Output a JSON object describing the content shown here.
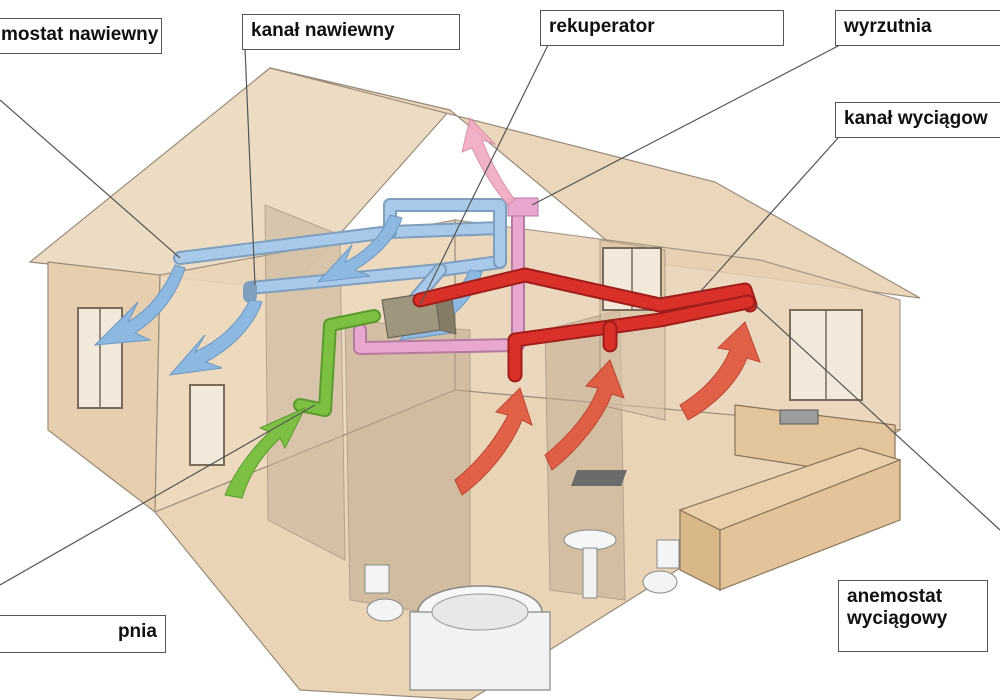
{
  "labels": {
    "supply_diffuser": "mostat nawiewny",
    "supply_duct": "kanał nawiewny",
    "recuperator": "rekuperator",
    "outlet": "wyrzutnia",
    "exhaust_duct": "kanał wyciągow",
    "intake": "pnia",
    "exhaust_diffuser_line1": "anemostat",
    "exhaust_diffuser_line2": "wyciągowy"
  },
  "colors": {
    "supply_air": "#8db8e0",
    "supply_duct": "#a9c9ea",
    "exhaust_air": "#e0573f",
    "exhaust_duct": "#d9302a",
    "fresh_air": "#7cc043",
    "outlet_air": "#f0a9c0",
    "recuperator_duct": "#e7a7cf",
    "house_wall": "#e8d2b4",
    "house_roof": "#ead8bf",
    "cabinet": "#e6c99f"
  }
}
